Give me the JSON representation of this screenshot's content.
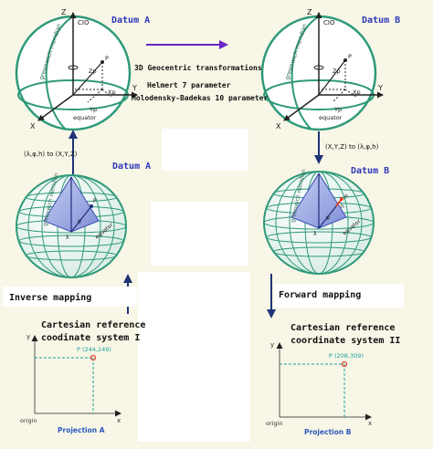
{
  "top": {
    "datum_a": "Datum A",
    "datum_b": "Datum B",
    "transform_title": "3D Geocentric transformations",
    "method_1": "Helmert 7 parameter",
    "method_2": "Molodensky-Badekas 10 parameter"
  },
  "geocentric_labels": {
    "z": "Z",
    "cio": "CIO",
    "greenwich": "greenwich meridian",
    "zp": "Zp",
    "p": "P",
    "xp": "Xp",
    "yp": "Yp",
    "y": "Y",
    "x": "X",
    "equator": "equator"
  },
  "geodetic_labels": {
    "greenwich": "greenwich meridian",
    "equator": "equator",
    "p": "P",
    "h": "h",
    "phi": "φ",
    "lambda": "λ"
  },
  "conversions": {
    "left": "(λ,φ,h) to (X,Y,Z)",
    "right": "(X,Y,Z) to (λ,φ,h)"
  },
  "mid": {
    "datum_a": "Datum A",
    "datum_b": "Datum B"
  },
  "mapping": {
    "inverse": "Inverse mapping",
    "forward": "Forward mapping"
  },
  "cartesian": {
    "left_line1": "Cartesian reference",
    "left_line2": "coodinate system I",
    "right_line1": "Cartesian reference",
    "right_line2": "coordinate system II"
  },
  "plots": {
    "left": {
      "y_label": "y",
      "x_label": "x",
      "origin": "origin",
      "point": "P (244,249)",
      "caption": "Projection A"
    },
    "right": {
      "y_label": "y",
      "x_label": "x",
      "origin": "origin",
      "point": "P (208,309)",
      "caption": "Projection B"
    }
  },
  "colors": {
    "background": "#f8f6e6",
    "title_blue": "#2d38b8",
    "arrow_purple": "#6a26c4",
    "arrow_navy": "#1f3477",
    "globe_green": "#2f9a7a",
    "point_red": "#e2412e",
    "teal": "#18a0a0"
  }
}
